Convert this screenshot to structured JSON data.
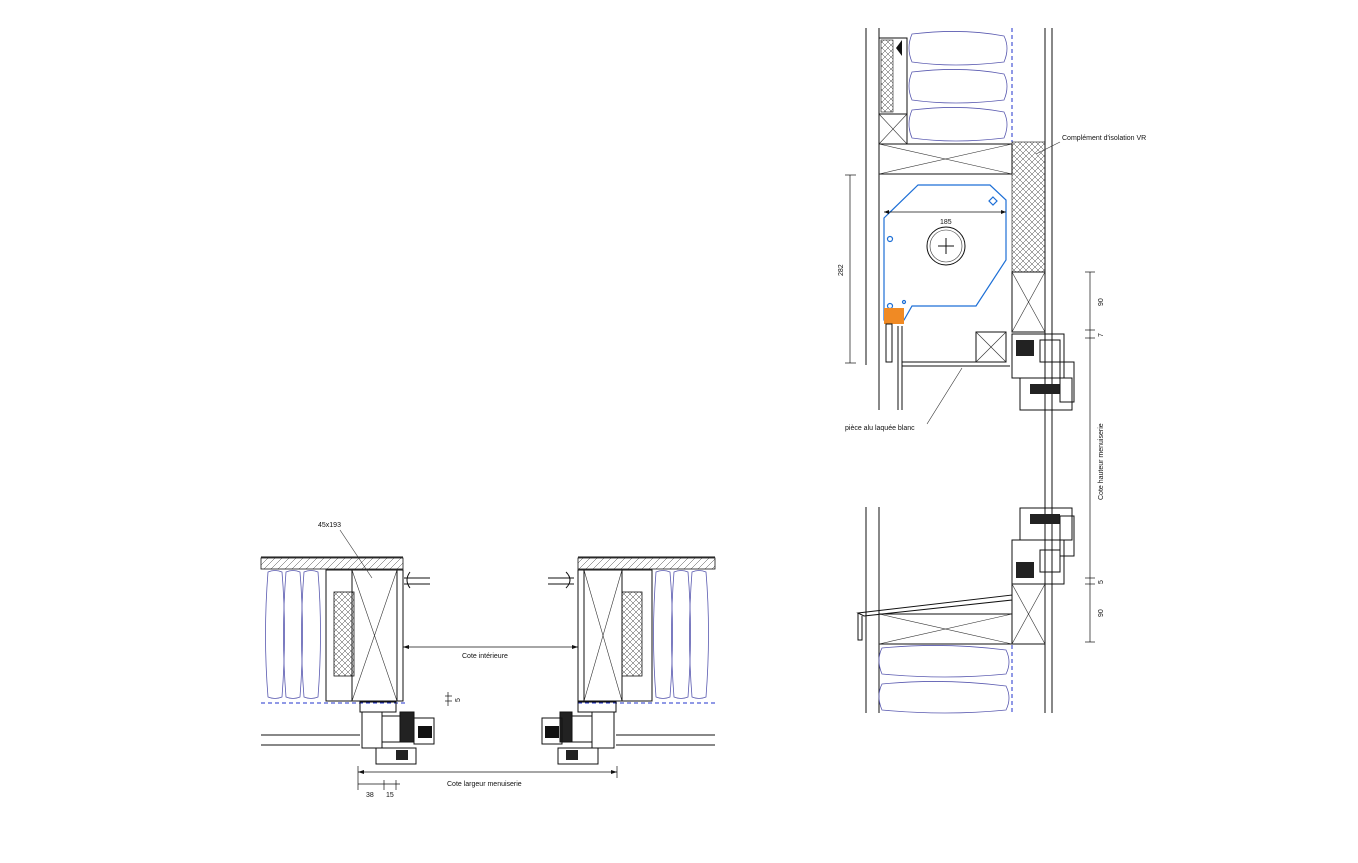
{
  "labels": {
    "section_45x193": "45x193",
    "cote_interieure": "Cote intérieure",
    "cote_largeur": "Cote largeur menuiserie",
    "cote_hauteur": "Cote hauteur menuiserie",
    "complement_isolation": "Complément d'isolation VR",
    "piece_alu": "pièce alu laquée blanc"
  },
  "dimensions": {
    "d38": "38",
    "d15": "15",
    "d5_plan": "5",
    "d185": "185",
    "d282": "282",
    "d90_top": "90",
    "d7": "7",
    "d5_sill": "5",
    "d90_bottom": "90"
  },
  "colors": {
    "line": "#111111",
    "insulation": "#5a5ab0",
    "shutter_box": "#1d6fd6",
    "membrane": "#2233cc",
    "accent": "#f08a24"
  }
}
